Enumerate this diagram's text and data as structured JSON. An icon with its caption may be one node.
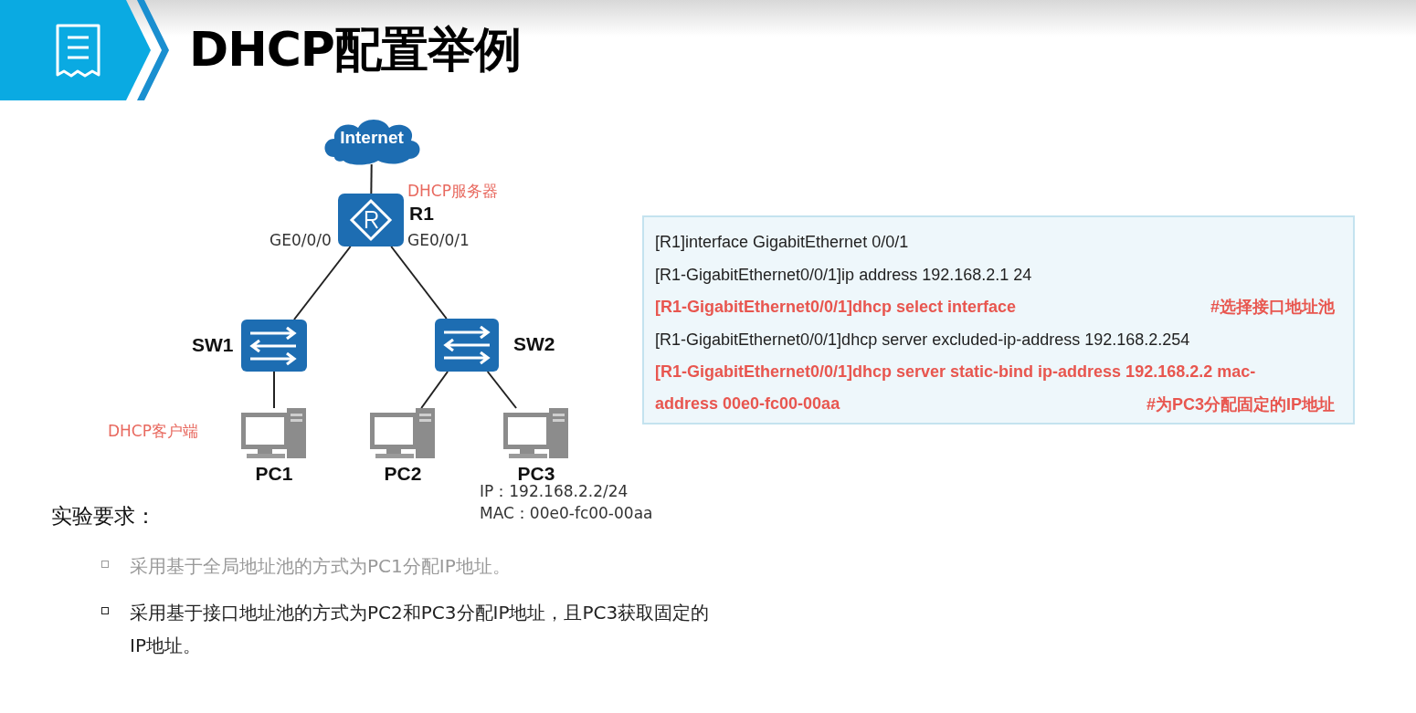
{
  "diagram": {
    "title": "DHCP配置举例",
    "nodes": [
      {
        "text": [
          "Internet"
        ]
      },
      {
        "text": [
          "R1"
        ],
        "beside": [
          "DHCP服务器"
        ]
      },
      {
        "text": [
          "SW1"
        ]
      },
      {
        "text": [
          "SW2"
        ]
      },
      {
        "text": [
          "PC1"
        ],
        "beside": [
          "DHCP客户端"
        ]
      },
      {
        "text": [
          "PC2"
        ]
      },
      {
        "text": [
          "PC3"
        ],
        "beside": [
          "IP：192.168.2.2/24",
          "MAC：00e0-fc00-00aa"
        ]
      },
      {
        "text": [
          "[R1]interface GigabitEthernet 0/0/1",
          "[R1-GigabitEthernet0/0/1]ip address 192.168.2.1 24",
          "[R1-GigabitEthernet0/0/1]dhcp select interface",
          "#选择接口地址池",
          "[R1-GigabitEthernet0/0/1]dhcp server excluded-ip-address 192.168.2.254",
          "[R1-GigabitEthernet0/0/1]dhcp server static-bind ip-address 192.168.2.2 mac-address 00e0-fc00-00aa",
          "#为PC3分配固定的IP地址"
        ]
      }
    ],
    "edges": [
      {
        "from": 0,
        "to": 1,
        "arrow": "none"
      },
      {
        "from": 1,
        "to": 2,
        "arrow": "none"
      },
      {
        "from": 1,
        "to": 3,
        "arrow": "none"
      },
      {
        "from": 2,
        "to": 4,
        "arrow": "none"
      },
      {
        "from": 3,
        "to": 5,
        "arrow": "none"
      },
      {
        "from": 3,
        "to": 6,
        "arrow": "none"
      }
    ],
    "labels": [
      "GE0/0/0",
      "GE0/0/1",
      "实验要求：",
      "采用基于全局地址池的方式为PC1分配IP地址。",
      "采用基于接口地址池的方式为PC2和PC3分配IP地址，且PC3获取固定的IP地址。"
    ]
  }
}
